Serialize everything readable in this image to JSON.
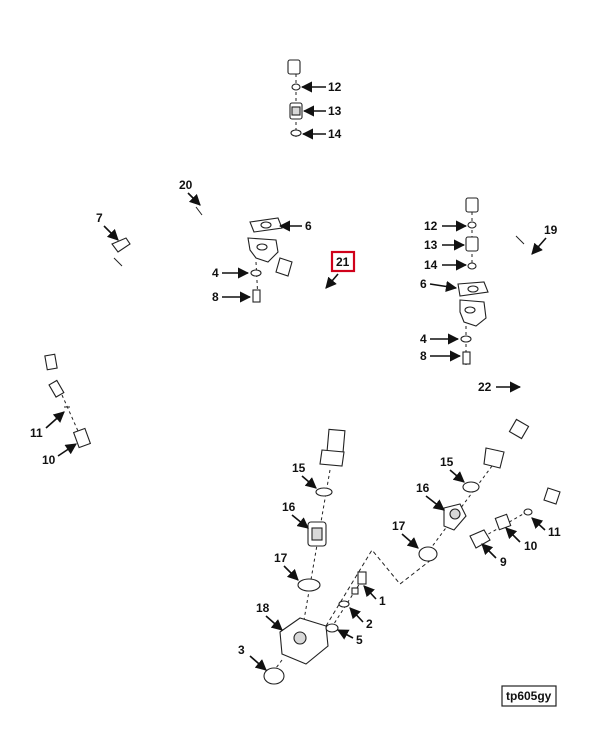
{
  "callouts": [
    {
      "id": "c12a",
      "text": "12"
    },
    {
      "id": "c13a",
      "text": "13"
    },
    {
      "id": "c14a",
      "text": "14"
    },
    {
      "id": "c20",
      "text": "20"
    },
    {
      "id": "c7",
      "text": "7"
    },
    {
      "id": "c6a",
      "text": "6"
    },
    {
      "id": "c21",
      "text": "21",
      "highlighted": true
    },
    {
      "id": "c4a",
      "text": "4"
    },
    {
      "id": "c8a",
      "text": "8"
    },
    {
      "id": "c11a",
      "text": "11"
    },
    {
      "id": "c10a",
      "text": "10"
    },
    {
      "id": "c12b",
      "text": "12"
    },
    {
      "id": "c13b",
      "text": "13"
    },
    {
      "id": "c14b",
      "text": "14"
    },
    {
      "id": "c19",
      "text": "19"
    },
    {
      "id": "c6b",
      "text": "6"
    },
    {
      "id": "c4b",
      "text": "4"
    },
    {
      "id": "c8b",
      "text": "8"
    },
    {
      "id": "c22",
      "text": "22"
    },
    {
      "id": "c15a",
      "text": "15"
    },
    {
      "id": "c15b",
      "text": "15"
    },
    {
      "id": "c16a",
      "text": "16"
    },
    {
      "id": "c16b",
      "text": "16"
    },
    {
      "id": "c17a",
      "text": "17"
    },
    {
      "id": "c17b",
      "text": "17"
    },
    {
      "id": "c18",
      "text": "18"
    },
    {
      "id": "c1",
      "text": "1"
    },
    {
      "id": "c2",
      "text": "2"
    },
    {
      "id": "c5",
      "text": "5"
    },
    {
      "id": "c3",
      "text": "3"
    },
    {
      "id": "c9",
      "text": "9"
    },
    {
      "id": "c10b",
      "text": "10"
    },
    {
      "id": "c11b",
      "text": "11"
    }
  ],
  "figure_tag": "tp605gy",
  "colors": {
    "line": "#222222",
    "highlight": "#d0021b",
    "background": "#ffffff"
  }
}
